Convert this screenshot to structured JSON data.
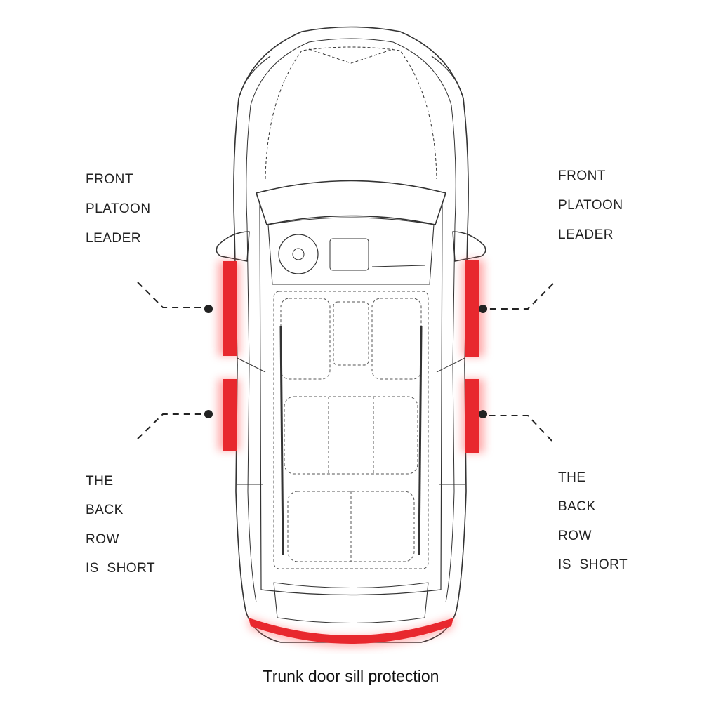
{
  "colors": {
    "protection_strip": "#e8282e",
    "line_art": "#333333",
    "label_text": "#222222",
    "background": "#ffffff"
  },
  "icons": {
    "car": "car-top-view-icon",
    "strip_marker": "callout-dot-icon"
  },
  "labels": {
    "front_left": [
      "FRONT",
      "PLATOON",
      "LEADER"
    ],
    "front_right": [
      "FRONT",
      "PLATOON",
      "LEADER"
    ],
    "back_left": [
      "THE",
      "BACK",
      "ROW",
      "IS  SHORT"
    ],
    "back_right": [
      "THE",
      "BACK",
      "ROW",
      "IS  SHORT"
    ]
  },
  "caption": "Trunk door sill protection"
}
